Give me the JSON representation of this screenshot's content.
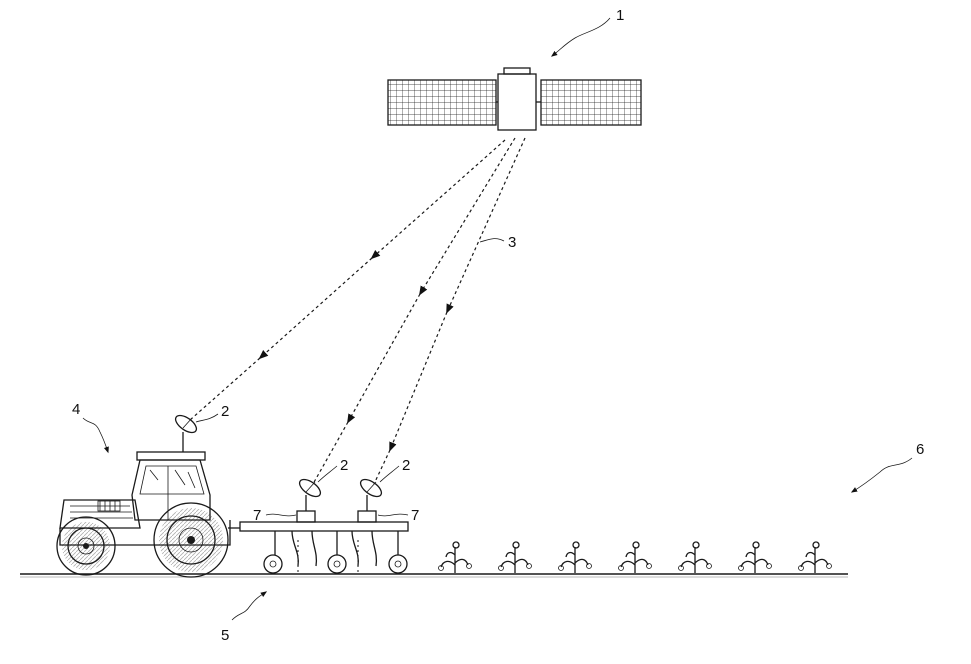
{
  "figure": {
    "reference_numerals": {
      "satellite": "1",
      "antenna_tractor": "2",
      "antenna_implement_left": "2",
      "antenna_implement_right": "2",
      "signal_link": "3",
      "tractor": "4",
      "ground": "5",
      "crop_field": "6",
      "receiver_left": "7",
      "receiver_right": "7"
    },
    "elements": {
      "satellite": "satellite",
      "tractor": "tractor",
      "implement": "towed implement",
      "crop_rows": "crop plants",
      "signal_paths": 3
    },
    "crop_plant_count": 7,
    "colors": {
      "ink": "#1a1a1a",
      "background": "#ffffff"
    }
  }
}
